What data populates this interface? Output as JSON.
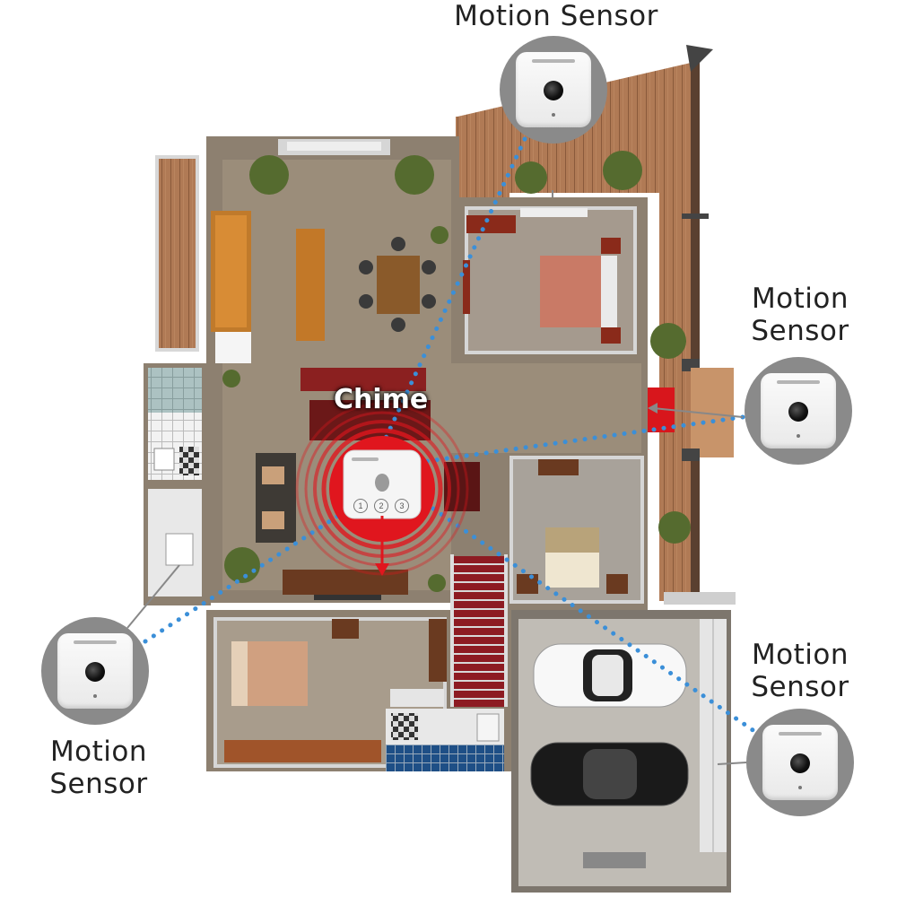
{
  "labels": {
    "top_sensor": "Motion Sensor",
    "right_sensor": [
      "Motion",
      "Sensor"
    ],
    "left_sensor": [
      "Motion",
      "Sensor"
    ],
    "bottom_right_sensor": [
      "Motion",
      "Sensor"
    ],
    "chime": "Chime"
  },
  "chime_buttons": [
    "1",
    "2",
    "3"
  ],
  "colors": {
    "signal_dots": "#3b8fd8",
    "chime_accent": "#e0161e",
    "badge_gray": "#8a8a8a"
  },
  "icons": [
    "motion-sensor-icon",
    "chime-device-icon",
    "car-icon"
  ]
}
